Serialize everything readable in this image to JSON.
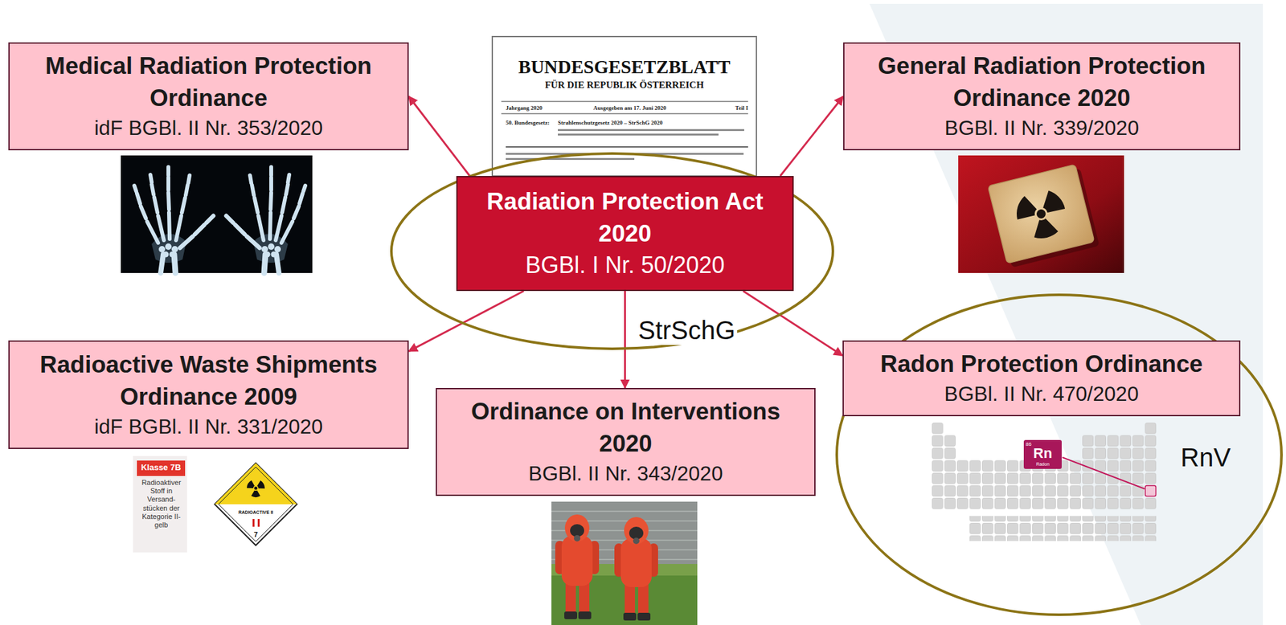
{
  "diagram": {
    "nodes": [
      {
        "text": [
          "Medical Radiation Protection Ordinance",
          "idF BGBl. II Nr. 353/2020"
        ]
      },
      {
        "text": [
          "StrSchG"
        ]
      },
      {
        "text": [
          "Radiation Protection Act 2020",
          "BGBl. I Nr. 50/2020"
        ],
        "in": 1
      },
      {
        "text": [
          "General Radiation Protection Ordinance 2020",
          "BGBl. II Nr. 339/2020"
        ]
      },
      {
        "text": [
          "Radioactive Waste Shipments Ordinance 2009",
          "idF BGBl. II Nr. 331/2020"
        ]
      },
      {
        "text": [
          "Ordinance on Interventions 2020",
          "BGBl. II Nr. 343/2020"
        ]
      },
      {
        "text": [
          "RnV"
        ]
      },
      {
        "text": [
          "Radon Protection Ordinance",
          "BGBl. II Nr. 470/2020"
        ],
        "in": 6
      }
    ],
    "edges": [
      {
        "from": 2,
        "to": 0,
        "arrow": "to"
      },
      {
        "from": 2,
        "to": 3,
        "arrow": "to"
      },
      {
        "from": 2,
        "to": 4,
        "arrow": "to"
      },
      {
        "from": 2,
        "to": 5,
        "arrow": "to"
      },
      {
        "from": 2,
        "to": 7,
        "arrow": "to"
      }
    ],
    "labels": [
      "BUNDESGESETZBLATT",
      "FÜR DIE REPUBLIK ÖSTERREICH",
      "Jahrgang 2020",
      "Ausgegeben am 17. Juni 2020",
      "Teil I",
      "50. Bundesgesetz:",
      "Strahlenschutzgesetz 2020 – StrSchG 2020",
      "Klasse 7B",
      "Radioaktiver Stoff in Versand- stücken der Kategorie II-gelb",
      "RADIOACTIVE II",
      "7",
      "86",
      "Rn",
      "Radon"
    ]
  }
}
